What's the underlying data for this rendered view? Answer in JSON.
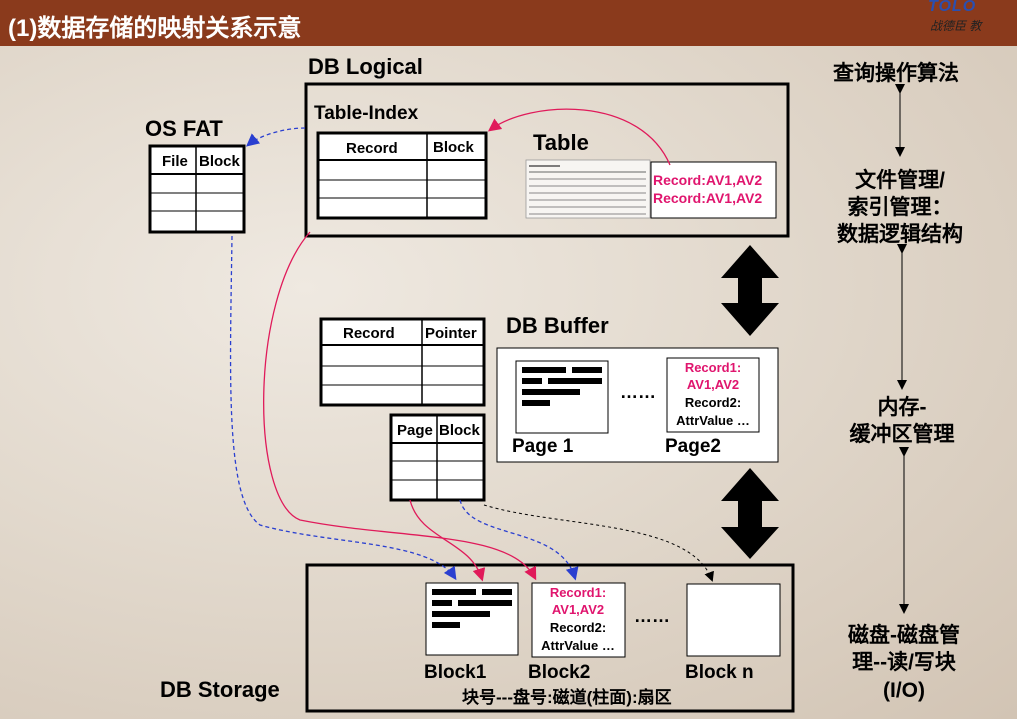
{
  "header": {
    "title": "(1)数据存储的映射关系示意",
    "logo_mark": "TOLO",
    "logo_text": "战德臣 教"
  },
  "db_logical": {
    "label": "DB Logical",
    "table_index": {
      "label": "Table-Index",
      "cols": [
        "Record",
        "Block"
      ]
    },
    "table": {
      "label": "Table",
      "record_lines": [
        "Record:AV1,AV2",
        "Record:AV1,AV2"
      ]
    }
  },
  "os_fat": {
    "label": "OS  FAT",
    "cols": [
      "File",
      "Block"
    ]
  },
  "db_buffer": {
    "label": "DB Buffer",
    "record_pointer": {
      "cols": [
        "Record",
        "Pointer"
      ]
    },
    "page_block": {
      "cols": [
        "Page",
        "Block"
      ]
    },
    "page1_label": "Page 1",
    "page2_label": "Page2",
    "ellipsis": "……",
    "page2_lines": [
      "Record1:",
      "AV1,AV2",
      "Record2:",
      "AttrValue …"
    ]
  },
  "db_storage": {
    "label": "DB Storage",
    "block1_label": "Block1",
    "block2_label": "Block2",
    "blockn_label": "Block n",
    "ellipsis": "……",
    "block2_lines": [
      "Record1:",
      "AV1,AV2",
      "Record2:",
      "AttrValue …"
    ],
    "address_note": "块号---盘号:磁道(柱面):扇区"
  },
  "side_labels": {
    "query": "查询操作算法",
    "file_mgmt": [
      "文件管理/",
      "索引管理：",
      "数据逻辑结构"
    ],
    "memory": [
      "内存-",
      "缓冲区管理"
    ],
    "disk": [
      "磁盘-磁盘管",
      "理--读/写块",
      "(I/O)"
    ]
  },
  "colors": {
    "header_bg": "#8a3a1c",
    "record_text": "#e0156e",
    "red_arrow": "#e01a5a",
    "blue_arrow": "#2a3fd0"
  }
}
